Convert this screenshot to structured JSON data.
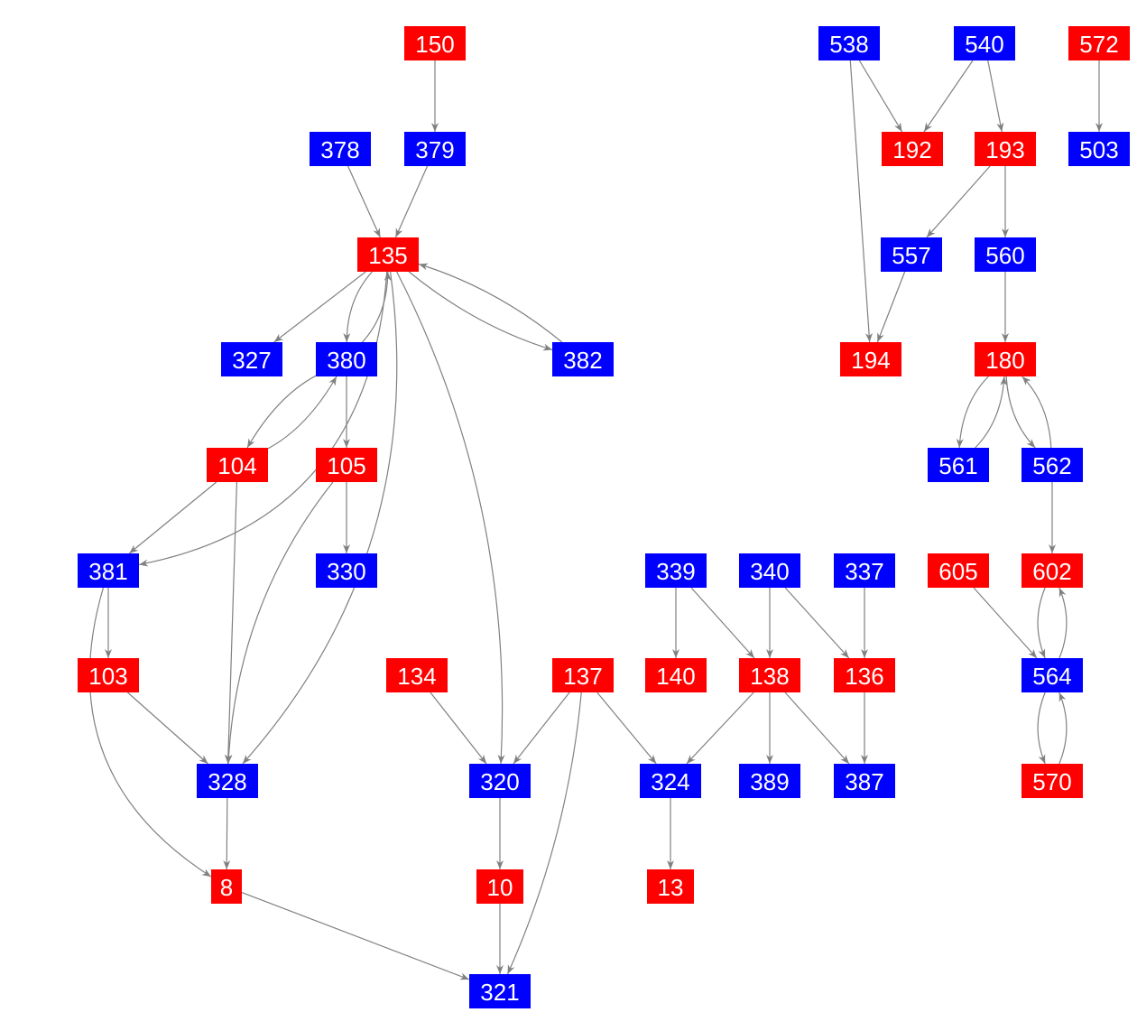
{
  "colors": {
    "red": "#ff0000",
    "blue": "#0000ff",
    "edge": "#808080"
  },
  "nodes": [
    {
      "id": "150",
      "color": "red"
    },
    {
      "id": "538",
      "color": "blue"
    },
    {
      "id": "540",
      "color": "blue"
    },
    {
      "id": "572",
      "color": "red"
    },
    {
      "id": "378",
      "color": "blue"
    },
    {
      "id": "379",
      "color": "blue"
    },
    {
      "id": "192",
      "color": "red"
    },
    {
      "id": "193",
      "color": "red"
    },
    {
      "id": "503",
      "color": "blue"
    },
    {
      "id": "135",
      "color": "red"
    },
    {
      "id": "557",
      "color": "blue"
    },
    {
      "id": "560",
      "color": "blue"
    },
    {
      "id": "327",
      "color": "blue"
    },
    {
      "id": "380",
      "color": "blue"
    },
    {
      "id": "382",
      "color": "blue"
    },
    {
      "id": "194",
      "color": "red"
    },
    {
      "id": "180",
      "color": "red"
    },
    {
      "id": "104",
      "color": "red"
    },
    {
      "id": "105",
      "color": "red"
    },
    {
      "id": "561",
      "color": "blue"
    },
    {
      "id": "562",
      "color": "blue"
    },
    {
      "id": "381",
      "color": "blue"
    },
    {
      "id": "330",
      "color": "blue"
    },
    {
      "id": "339",
      "color": "blue"
    },
    {
      "id": "340",
      "color": "blue"
    },
    {
      "id": "337",
      "color": "blue"
    },
    {
      "id": "605",
      "color": "red"
    },
    {
      "id": "602",
      "color": "red"
    },
    {
      "id": "103",
      "color": "red"
    },
    {
      "id": "134",
      "color": "red"
    },
    {
      "id": "137",
      "color": "red"
    },
    {
      "id": "140",
      "color": "red"
    },
    {
      "id": "138",
      "color": "red"
    },
    {
      "id": "136",
      "color": "red"
    },
    {
      "id": "564",
      "color": "blue"
    },
    {
      "id": "328",
      "color": "blue"
    },
    {
      "id": "320",
      "color": "blue"
    },
    {
      "id": "324",
      "color": "blue"
    },
    {
      "id": "389",
      "color": "blue"
    },
    {
      "id": "387",
      "color": "blue"
    },
    {
      "id": "570",
      "color": "red"
    },
    {
      "id": "8",
      "color": "red"
    },
    {
      "id": "10",
      "color": "red"
    },
    {
      "id": "13",
      "color": "red"
    },
    {
      "id": "321",
      "color": "blue"
    }
  ],
  "edges": [
    [
      "150",
      "379"
    ],
    [
      "378",
      "135"
    ],
    [
      "379",
      "135"
    ],
    [
      "538",
      "192"
    ],
    [
      "538",
      "194"
    ],
    [
      "540",
      "192"
    ],
    [
      "540",
      "193"
    ],
    [
      "572",
      "503"
    ],
    [
      "193",
      "557"
    ],
    [
      "193",
      "560"
    ],
    [
      "557",
      "194"
    ],
    [
      "560",
      "180"
    ],
    [
      "180",
      "561"
    ],
    [
      "561",
      "180"
    ],
    [
      "180",
      "562"
    ],
    [
      "562",
      "180"
    ],
    [
      "562",
      "602"
    ],
    [
      "602",
      "564"
    ],
    [
      "564",
      "602"
    ],
    [
      "605",
      "564"
    ],
    [
      "564",
      "570"
    ],
    [
      "570",
      "564"
    ],
    [
      "135",
      "381"
    ],
    [
      "135",
      "327"
    ],
    [
      "135",
      "380"
    ],
    [
      "380",
      "135"
    ],
    [
      "135",
      "382"
    ],
    [
      "382",
      "135"
    ],
    [
      "135",
      "328"
    ],
    [
      "135",
      "320"
    ],
    [
      "380",
      "104"
    ],
    [
      "104",
      "380"
    ],
    [
      "380",
      "105"
    ],
    [
      "104",
      "381"
    ],
    [
      "104",
      "328"
    ],
    [
      "105",
      "330"
    ],
    [
      "105",
      "328"
    ],
    [
      "381",
      "103"
    ],
    [
      "381",
      "8"
    ],
    [
      "103",
      "328"
    ],
    [
      "328",
      "8"
    ],
    [
      "8",
      "321"
    ],
    [
      "134",
      "320"
    ],
    [
      "137",
      "320"
    ],
    [
      "137",
      "324"
    ],
    [
      "137",
      "321"
    ],
    [
      "320",
      "10"
    ],
    [
      "10",
      "321"
    ],
    [
      "339",
      "140"
    ],
    [
      "339",
      "138"
    ],
    [
      "340",
      "138"
    ],
    [
      "340",
      "136"
    ],
    [
      "337",
      "136"
    ],
    [
      "138",
      "324"
    ],
    [
      "138",
      "389"
    ],
    [
      "138",
      "387"
    ],
    [
      "136",
      "387"
    ],
    [
      "324",
      "13"
    ]
  ]
}
